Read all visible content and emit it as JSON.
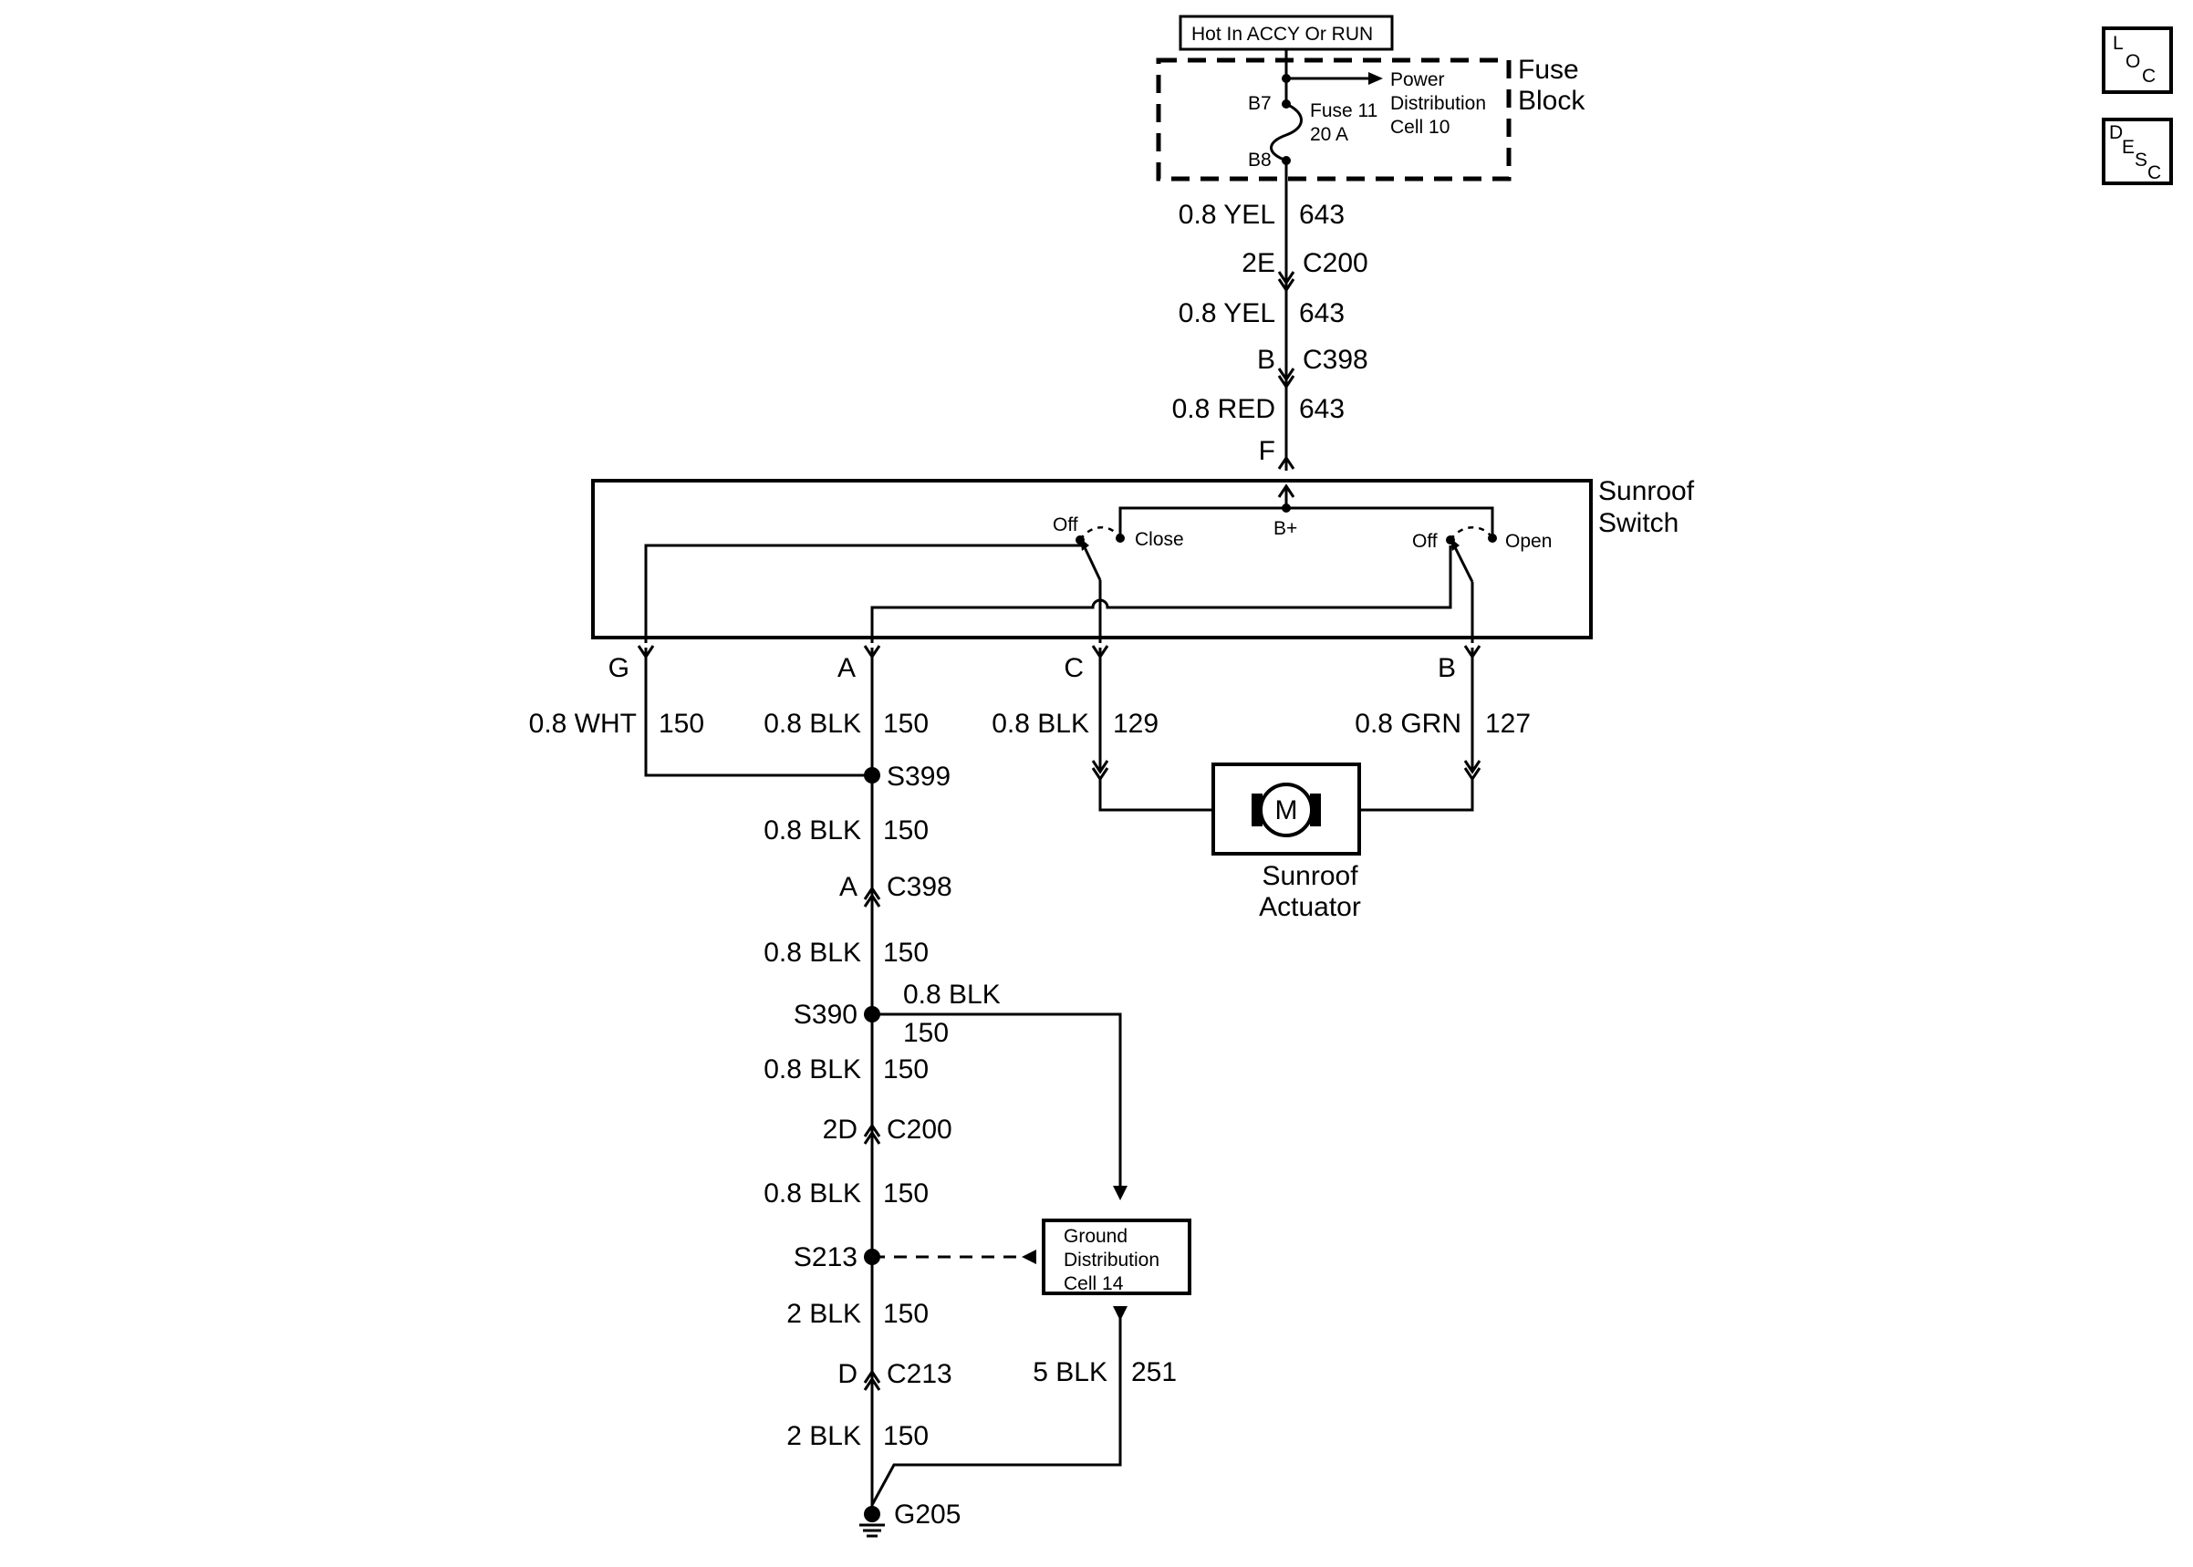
{
  "buttons": {
    "loc": [
      "L",
      "O",
      "C"
    ],
    "desc": [
      "D",
      "E",
      "S",
      "C"
    ]
  },
  "power": {
    "hot_label": "Hot In ACCY Or RUN",
    "fuse_block": [
      "Fuse",
      "Block"
    ],
    "fuse": [
      "Fuse 11",
      "20 A"
    ],
    "pin_in": "B7",
    "pin_out": "B8",
    "pdc": [
      "Power",
      "Distribution",
      "Cell 10"
    ]
  },
  "feed": [
    {
      "wire": "0.8 YEL",
      "circuit": "643"
    },
    {
      "pin": "2E",
      "connector": "C200"
    },
    {
      "wire": "0.8 YEL",
      "circuit": "643"
    },
    {
      "pin": "B",
      "connector": "C398"
    },
    {
      "wire": "0.8 RED",
      "circuit": "643"
    },
    {
      "pin": "F"
    }
  ],
  "switch": {
    "name": [
      "Sunroof",
      "Switch"
    ],
    "bplus": "B+",
    "off_close": "Off",
    "close": "Close",
    "off_open": "Off",
    "open": "Open",
    "pins": [
      "G",
      "A",
      "C",
      "B"
    ]
  },
  "outputs": [
    {
      "wire": "0.8 WHT",
      "circuit": "150"
    },
    {
      "wire": "0.8 BLK",
      "circuit": "150"
    },
    {
      "wire": "0.8 BLK",
      "circuit": "129"
    },
    {
      "wire": "0.8 GRN",
      "circuit": "127"
    }
  ],
  "actuator": {
    "motor": "M",
    "name": [
      "Sunroof",
      "Actuator"
    ]
  },
  "ground_path": [
    {
      "splice": "S399"
    },
    {
      "wire": "0.8 BLK",
      "circuit": "150"
    },
    {
      "pin": "A",
      "connector": "C398"
    },
    {
      "wire": "0.8 BLK",
      "circuit": "150"
    },
    {
      "splice": "S390",
      "branch_wire": "0.8 BLK",
      "branch_circuit": "150"
    },
    {
      "wire": "0.8 BLK",
      "circuit": "150"
    },
    {
      "pin": "2D",
      "connector": "C200"
    },
    {
      "wire": "0.8 BLK",
      "circuit": "150"
    },
    {
      "splice": "S213"
    },
    {
      "wire": "2 BLK",
      "circuit": "150"
    },
    {
      "pin": "D",
      "connector": "C213"
    },
    {
      "wire": "2 BLK",
      "circuit": "150"
    },
    {
      "ground": "G205"
    }
  ],
  "ground_cell": {
    "name": [
      "Ground",
      "Distribution",
      "Cell 14"
    ],
    "wire": "5 BLK",
    "circuit": "251"
  }
}
